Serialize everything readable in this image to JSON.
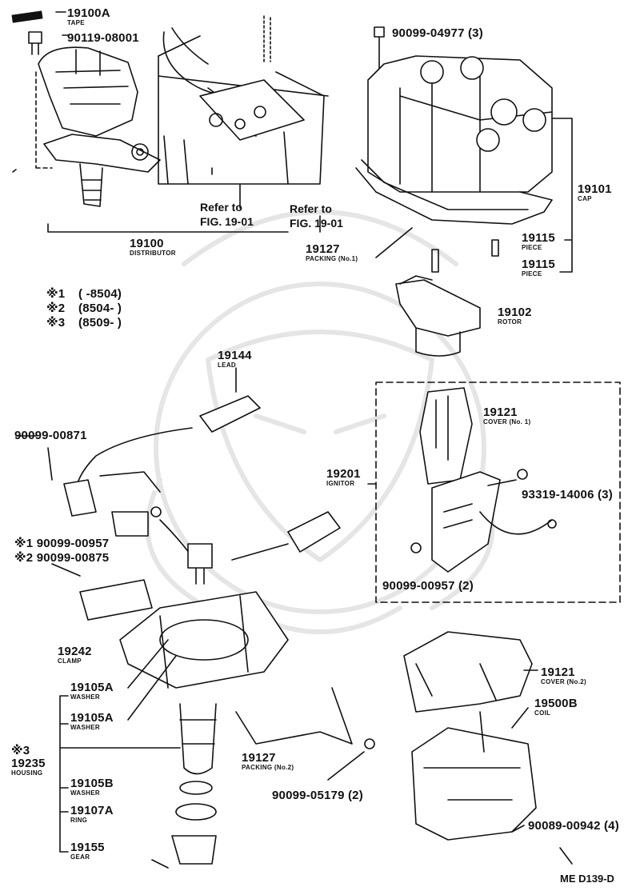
{
  "diagram": {
    "code": "ME D139-D",
    "refs": [
      {
        "id": "ref-1",
        "lines": [
          "Refer to",
          "FIG. 19-01"
        ]
      },
      {
        "id": "ref-2",
        "lines": [
          "Refer to",
          "FIG. 19-01"
        ]
      }
    ],
    "legend": [
      {
        "mark": "※1",
        "range": "(      -8504)"
      },
      {
        "mark": "※2",
        "range": "(8504-      )"
      },
      {
        "mark": "※3",
        "range": "(8509-      )"
      }
    ],
    "parts": [
      {
        "id": "19100A",
        "name": "TAPE"
      },
      {
        "id": "90119-08001",
        "name": ""
      },
      {
        "id": "19100",
        "name": "DISTRIBUTOR"
      },
      {
        "id": "90099-04977 (3)",
        "name": ""
      },
      {
        "id": "19101",
        "name": "CAP"
      },
      {
        "id": "19127",
        "name": "PACKING (No.1)"
      },
      {
        "id": "19115",
        "name": "PIECE"
      },
      {
        "id": "19115",
        "name": "PIECE"
      },
      {
        "id": "19102",
        "name": "ROTOR"
      },
      {
        "id": "19144",
        "name": "LEAD"
      },
      {
        "id": "90099-00871",
        "name": ""
      },
      {
        "id": "19121",
        "name": "COVER (No. 1)"
      },
      {
        "id": "19201",
        "name": "IGNITOR"
      },
      {
        "id": "93319-14006 (3)",
        "name": ""
      },
      {
        "id": "※1 90099-00957",
        "name": ""
      },
      {
        "id": "※2 90099-00875",
        "name": ""
      },
      {
        "id": "90099-00957 (2)",
        "name": ""
      },
      {
        "id": "19242",
        "name": "CLAMP"
      },
      {
        "id": "19105A",
        "name": "WASHER"
      },
      {
        "id": "19105A",
        "name": "WASHER"
      },
      {
        "id": "※3",
        "name": ""
      },
      {
        "id": "19235",
        "name": "HOUSING"
      },
      {
        "id": "19105B",
        "name": "WASHER"
      },
      {
        "id": "19107A",
        "name": "RING"
      },
      {
        "id": "19155",
        "name": "GEAR"
      },
      {
        "id": "19127",
        "name": "PACKING (No.2)"
      },
      {
        "id": "90099-05179 (2)",
        "name": ""
      },
      {
        "id": "19121",
        "name": "COVER (No.2)"
      },
      {
        "id": "19500B",
        "name": "COIL"
      },
      {
        "id": "90089-00942 (4)",
        "name": ""
      }
    ]
  }
}
